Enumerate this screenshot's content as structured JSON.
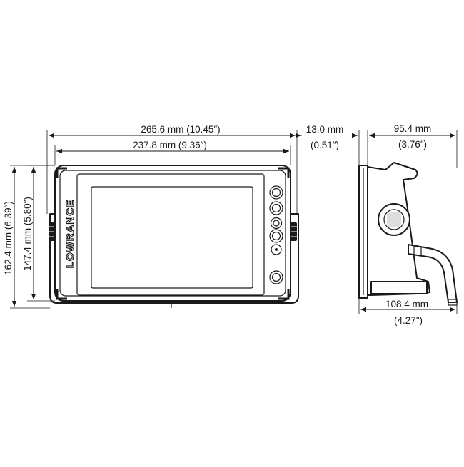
{
  "dimensions": {
    "overall_width": "265.6 mm (10.45″)",
    "screen_width": "237.8 mm (9.36″)",
    "bracket_offset_mm": "13.0 mm",
    "bracket_offset_in": "(0.51″)",
    "depth_top_mm": "95.4 mm",
    "depth_top_in": "(3.76″)",
    "depth_bottom_mm": "108.4 mm",
    "depth_bottom_in": "(4.27″)",
    "overall_height": "162.4 mm (6.39″)",
    "display_height": "147.4 mm (5.80″)"
  },
  "brand": "LOWRANCE",
  "colors": {
    "line": "#1a1a1a",
    "background": "#ffffff"
  }
}
